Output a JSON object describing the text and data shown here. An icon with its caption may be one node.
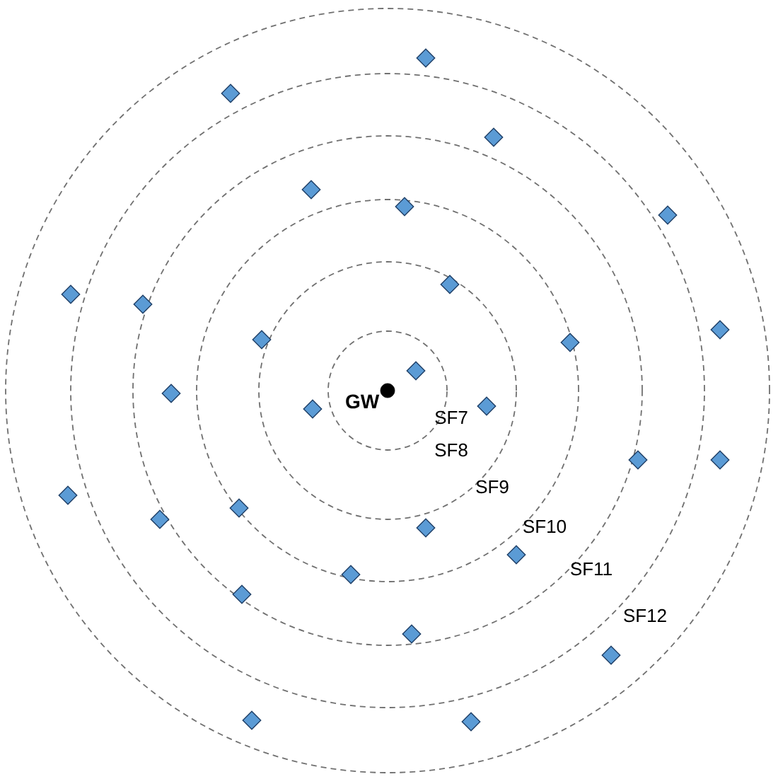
{
  "diagram": {
    "nodes": [
      {
        "text": [],
        "shape": "circle",
        "beside": [
          "GW"
        ]
      },
      {
        "text": [],
        "shape": "diamond"
      },
      {
        "text": [],
        "shape": "diamond"
      },
      {
        "text": [],
        "shape": "diamond"
      },
      {
        "text": [],
        "shape": "diamond"
      },
      {
        "text": [],
        "shape": "diamond"
      },
      {
        "text": [],
        "shape": "diamond"
      },
      {
        "text": [],
        "shape": "diamond"
      },
      {
        "text": [],
        "shape": "diamond"
      },
      {
        "text": [],
        "shape": "diamond"
      },
      {
        "text": [],
        "shape": "diamond"
      },
      {
        "text": [],
        "shape": "diamond"
      },
      {
        "text": [],
        "shape": "diamond"
      },
      {
        "text": [],
        "shape": "diamond"
      },
      {
        "text": [],
        "shape": "diamond"
      },
      {
        "text": [],
        "shape": "diamond"
      },
      {
        "text": [],
        "shape": "diamond"
      },
      {
        "text": [],
        "shape": "diamond"
      },
      {
        "text": [],
        "shape": "diamond"
      },
      {
        "text": [],
        "shape": "diamond"
      },
      {
        "text": [],
        "shape": "diamond"
      },
      {
        "text": [],
        "shape": "diamond"
      },
      {
        "text": [],
        "shape": "diamond"
      },
      {
        "text": [],
        "shape": "diamond"
      },
      {
        "text": [],
        "shape": "diamond"
      },
      {
        "text": [],
        "shape": "diamond"
      },
      {
        "text": [],
        "shape": "diamond"
      },
      {
        "text": [],
        "shape": "diamond"
      },
      {
        "text": [],
        "shape": "diamond"
      },
      {
        "text": [],
        "shape": "diamond"
      }
    ],
    "labels": [
      "SF7",
      "SF8",
      "SF9",
      "SF10",
      "SF11",
      "SF12"
    ]
  }
}
